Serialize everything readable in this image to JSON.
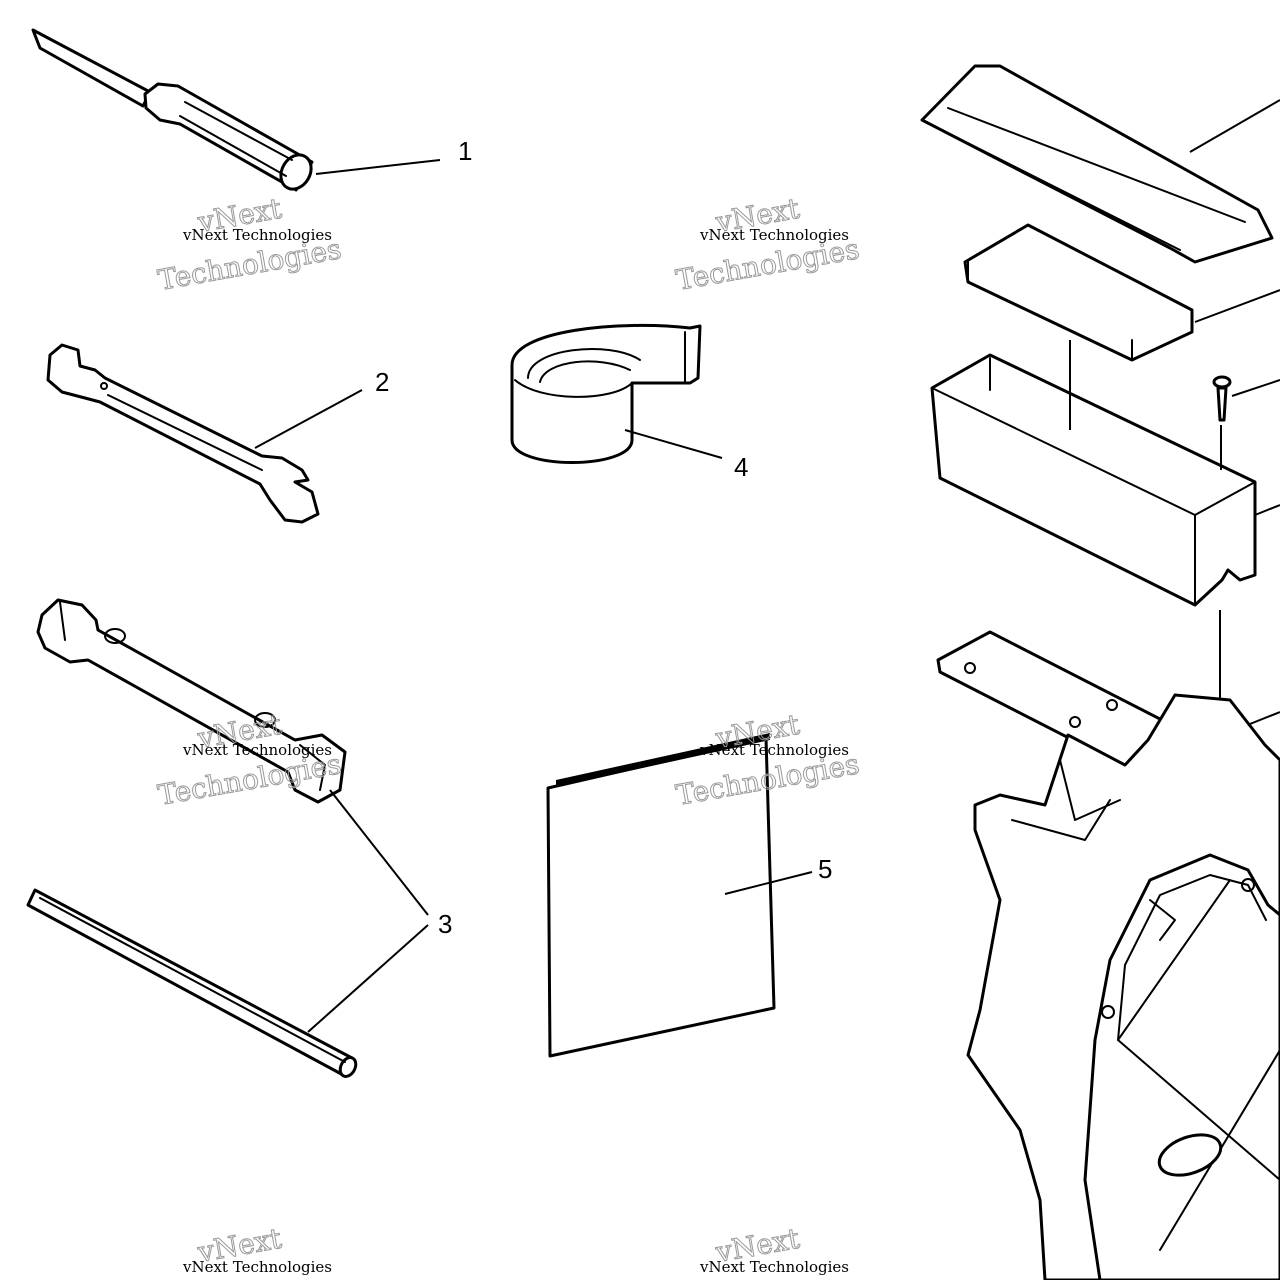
{
  "callouts": [
    "1",
    "2",
    "3",
    "4",
    "5"
  ],
  "watermark": {
    "line1": "vNext",
    "line2": "vNext Technologies",
    "line3": "Technologies",
    "line4": "vNext Technologies"
  },
  "colors": {
    "ink": "#000000",
    "paper": "#ffffff",
    "watermark": "#999999"
  }
}
